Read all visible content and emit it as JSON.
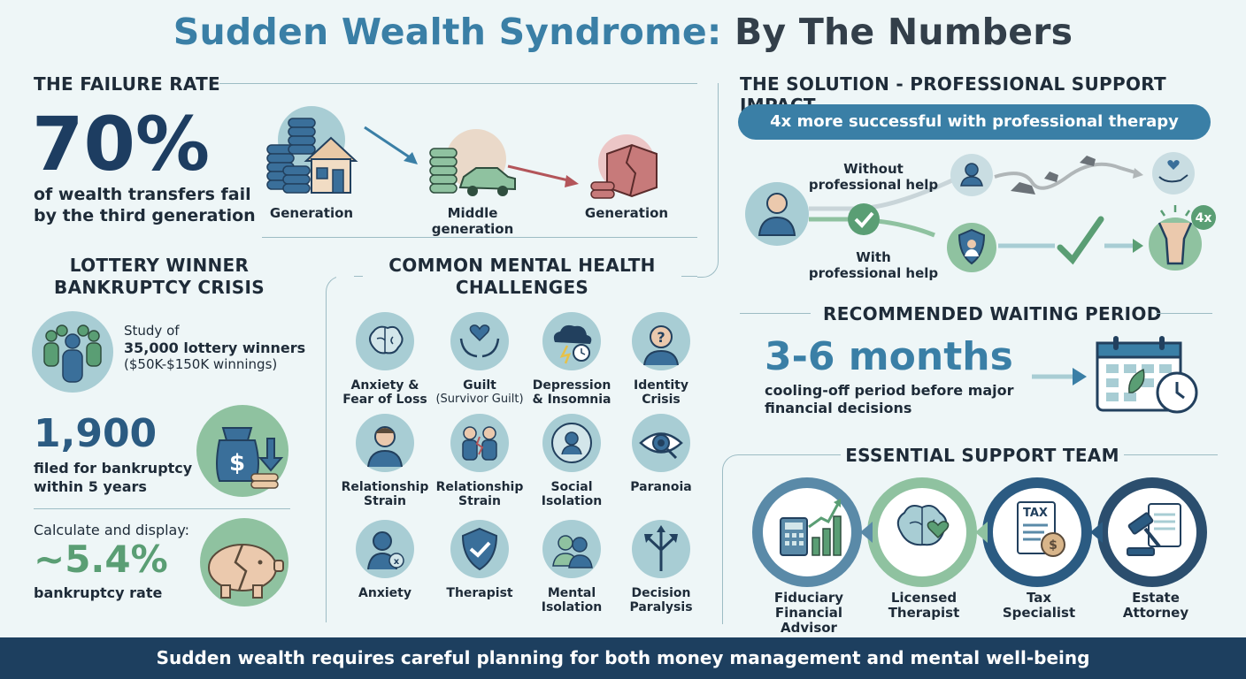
{
  "title": {
    "part1": "Sudden Wealth Syndrome:",
    "part2": "By The Numbers"
  },
  "failure": {
    "heading": "THE FAILURE RATE",
    "stat": "70%",
    "desc_line1": "of wealth transfers fail",
    "desc_line2": "by the third generation",
    "stages": [
      "Generation",
      "Middle generation",
      "Generation"
    ]
  },
  "lottery": {
    "heading_line1": "LOTTERY WINNER",
    "heading_line2": "BANKRUPTCY CRISIS",
    "study_line1": "Study of",
    "study_line2": "35,000 lottery winners",
    "study_line3": "($50K-$150K winnings)",
    "count": "1,900",
    "count_desc1": "filed for bankruptcy",
    "count_desc2": "within 5 years",
    "calc_label": "Calculate and display:",
    "rate": "~5.4%",
    "rate_label": "bankruptcy rate"
  },
  "mental_health": {
    "heading_line1": "COMMON MENTAL HEALTH",
    "heading_line2": "CHALLENGES",
    "items": [
      {
        "l1": "Anxiety &",
        "l2": "Fear of Loss",
        "icon": "brain-icon"
      },
      {
        "l1": "Guilt",
        "l2": "(Survivor Guilt)",
        "icon": "heart-hands-icon"
      },
      {
        "l1": "Depression",
        "l2": "& Insomnia",
        "icon": "storm-cloud-icon"
      },
      {
        "l1": "Identity",
        "l2": "Crisis",
        "icon": "question-person-icon"
      },
      {
        "l1": "Relationship",
        "l2": "Strain",
        "icon": "person-icon"
      },
      {
        "l1": "Relationship",
        "l2": "Strain",
        "icon": "broken-couple-icon"
      },
      {
        "l1": "Social",
        "l2": "Isolation",
        "icon": "isolated-person-icon"
      },
      {
        "l1": "Paranoia",
        "l2": "",
        "icon": "eye-icon"
      },
      {
        "l1": "Anxiety",
        "l2": "",
        "icon": "anxious-person-icon"
      },
      {
        "l1": "Therapist",
        "l2": "",
        "icon": "shield-check-icon"
      },
      {
        "l1": "Mental",
        "l2": "Isolation",
        "icon": "two-people-icon"
      },
      {
        "l1": "Decision",
        "l2": "Paralysis",
        "icon": "split-arrows-icon"
      }
    ]
  },
  "solution": {
    "heading": "THE SOLUTION - PROFESSIONAL SUPPORT IMPACT",
    "banner": "4x more successful with professional therapy",
    "without_line1": "Without",
    "without_line2": "professional help",
    "with_line1": "With",
    "with_line2": "professional help",
    "badge": "4x"
  },
  "waiting": {
    "heading": "RECOMMENDED WAITING PERIOD",
    "stat": "3-6 months",
    "desc_line1": "cooling-off period before major",
    "desc_line2": "financial decisions"
  },
  "team": {
    "heading": "ESSENTIAL SUPPORT TEAM",
    "members": [
      {
        "l1": "Fiduciary",
        "l2": "Financial Advisor",
        "icon": "calculator-chart-icon"
      },
      {
        "l1": "Licensed",
        "l2": "Therapist",
        "icon": "brain-heart-icon"
      },
      {
        "l1": "Tax",
        "l2": "Specialist",
        "icon": "tax-document-icon"
      },
      {
        "l1": "Estate",
        "l2": "Attorney",
        "icon": "gavel-document-icon"
      }
    ],
    "tax_text": "TAX"
  },
  "footer": "Sudden wealth requires careful planning for both money management and mental well-being",
  "colors": {
    "title_blue": "#3a7fa6",
    "navy": "#1d3d61",
    "green": "#5a9e74",
    "footer_bg": "#1d3f5f"
  }
}
